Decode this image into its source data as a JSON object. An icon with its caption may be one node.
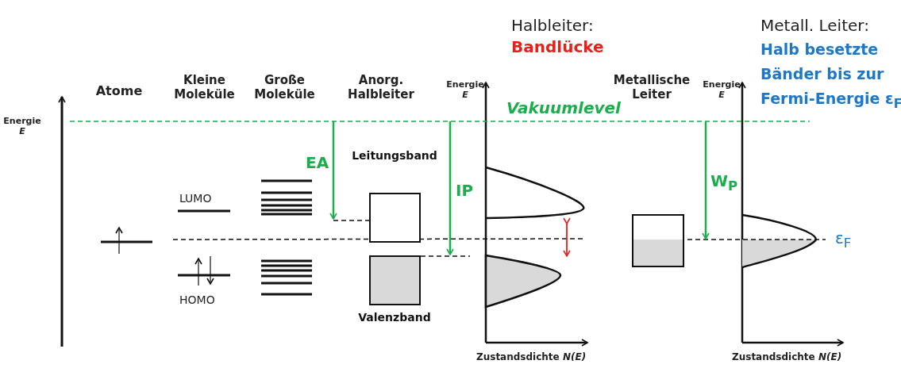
{
  "diagram": {
    "nodes": [
      {
        "text": [
          "Leitungsband"
        ]
      },
      {
        "text": [
          "Valenzband"
        ]
      },
      {
        "text": [],
        "shape": "box"
      }
    ],
    "labels": [
      "Halbleiter:",
      "Bandlücke",
      "Metall. Leiter:",
      "Halb besetzte Bänder bis zur Fermi-Energie ε$_{F}$",
      "Atome",
      "Kleine Moleküle",
      "Große Moleküle",
      "Anorg. Halbleiter",
      "Energie *E*",
      "Energie *E*",
      "Metallische Leiter",
      "Energie *E*",
      "Vakuumlevel",
      "EA",
      "IP",
      "W$_{P}$",
      "LUMO",
      "ε$_{F}$",
      "HOMO",
      "Zustandsdichte *N(E)*",
      "Zustandsdichte *N(E)*"
    ]
  }
}
